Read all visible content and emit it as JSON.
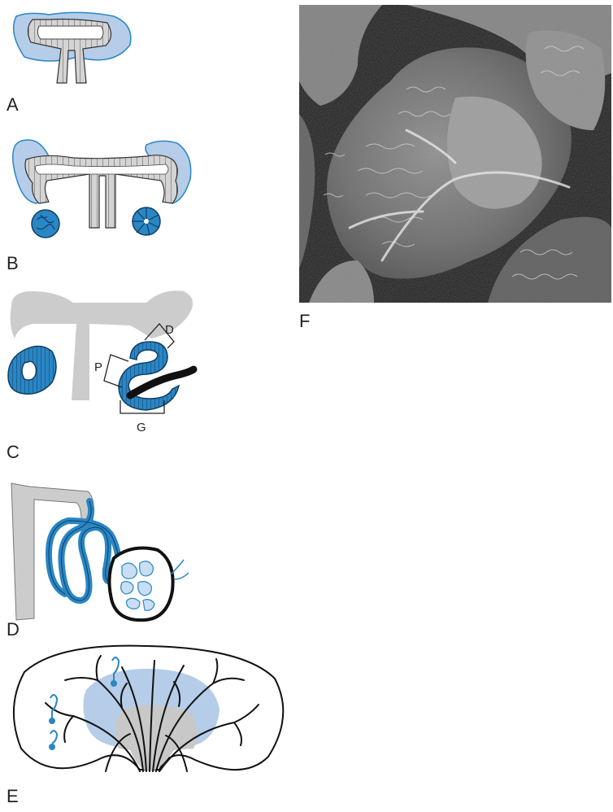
{
  "panels": {
    "a": {
      "label": "A"
    },
    "b": {
      "label": "B"
    },
    "c": {
      "label": "C",
      "bracket_labels": {
        "d": "D",
        "p": "P",
        "g": "G"
      }
    },
    "d": {
      "label": "D"
    },
    "e": {
      "label": "E"
    },
    "f": {
      "label": "F"
    }
  },
  "colors": {
    "tissue_gray": "#cfcfcf",
    "outline": "#1a1a1a",
    "mesenchyme_blue": "#b5cde8",
    "nephron_blue": "#2a86c4",
    "dark_blue": "#1f6fa8",
    "micrograph_gray": "#7a7a7a"
  }
}
